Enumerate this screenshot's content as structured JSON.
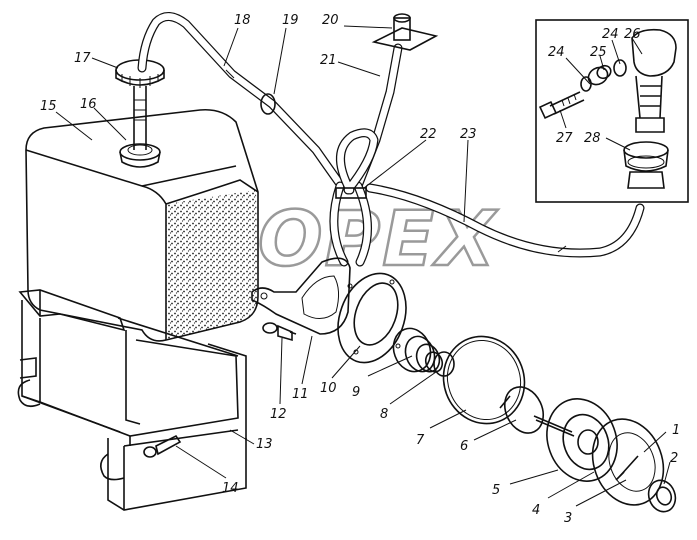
{
  "watermark": "OPEX",
  "callouts": [
    {
      "id": "c1",
      "text": "1"
    },
    {
      "id": "c2",
      "text": "2"
    },
    {
      "id": "c3",
      "text": "3"
    },
    {
      "id": "c4",
      "text": "4"
    },
    {
      "id": "c5",
      "text": "5"
    },
    {
      "id": "c6",
      "text": "6"
    },
    {
      "id": "c7",
      "text": "7"
    },
    {
      "id": "c8",
      "text": "8"
    },
    {
      "id": "c9",
      "text": "9"
    },
    {
      "id": "c10",
      "text": "10"
    },
    {
      "id": "c11",
      "text": "11"
    },
    {
      "id": "c12",
      "text": "12"
    },
    {
      "id": "c13",
      "text": "13"
    },
    {
      "id": "c14",
      "text": "14"
    },
    {
      "id": "c15",
      "text": "15"
    },
    {
      "id": "c16",
      "text": "16"
    },
    {
      "id": "c17",
      "text": "17"
    },
    {
      "id": "c18",
      "text": "18"
    },
    {
      "id": "c19",
      "text": "19"
    },
    {
      "id": "c20",
      "text": "20"
    },
    {
      "id": "c21",
      "text": "21"
    },
    {
      "id": "c22",
      "text": "22"
    },
    {
      "id": "c23",
      "text": "23"
    },
    {
      "id": "c24a",
      "text": "24"
    },
    {
      "id": "c24b",
      "text": "24"
    },
    {
      "id": "c25",
      "text": "25"
    },
    {
      "id": "c26",
      "text": "26"
    },
    {
      "id": "c27",
      "text": "27"
    },
    {
      "id": "c28",
      "text": "28"
    }
  ]
}
